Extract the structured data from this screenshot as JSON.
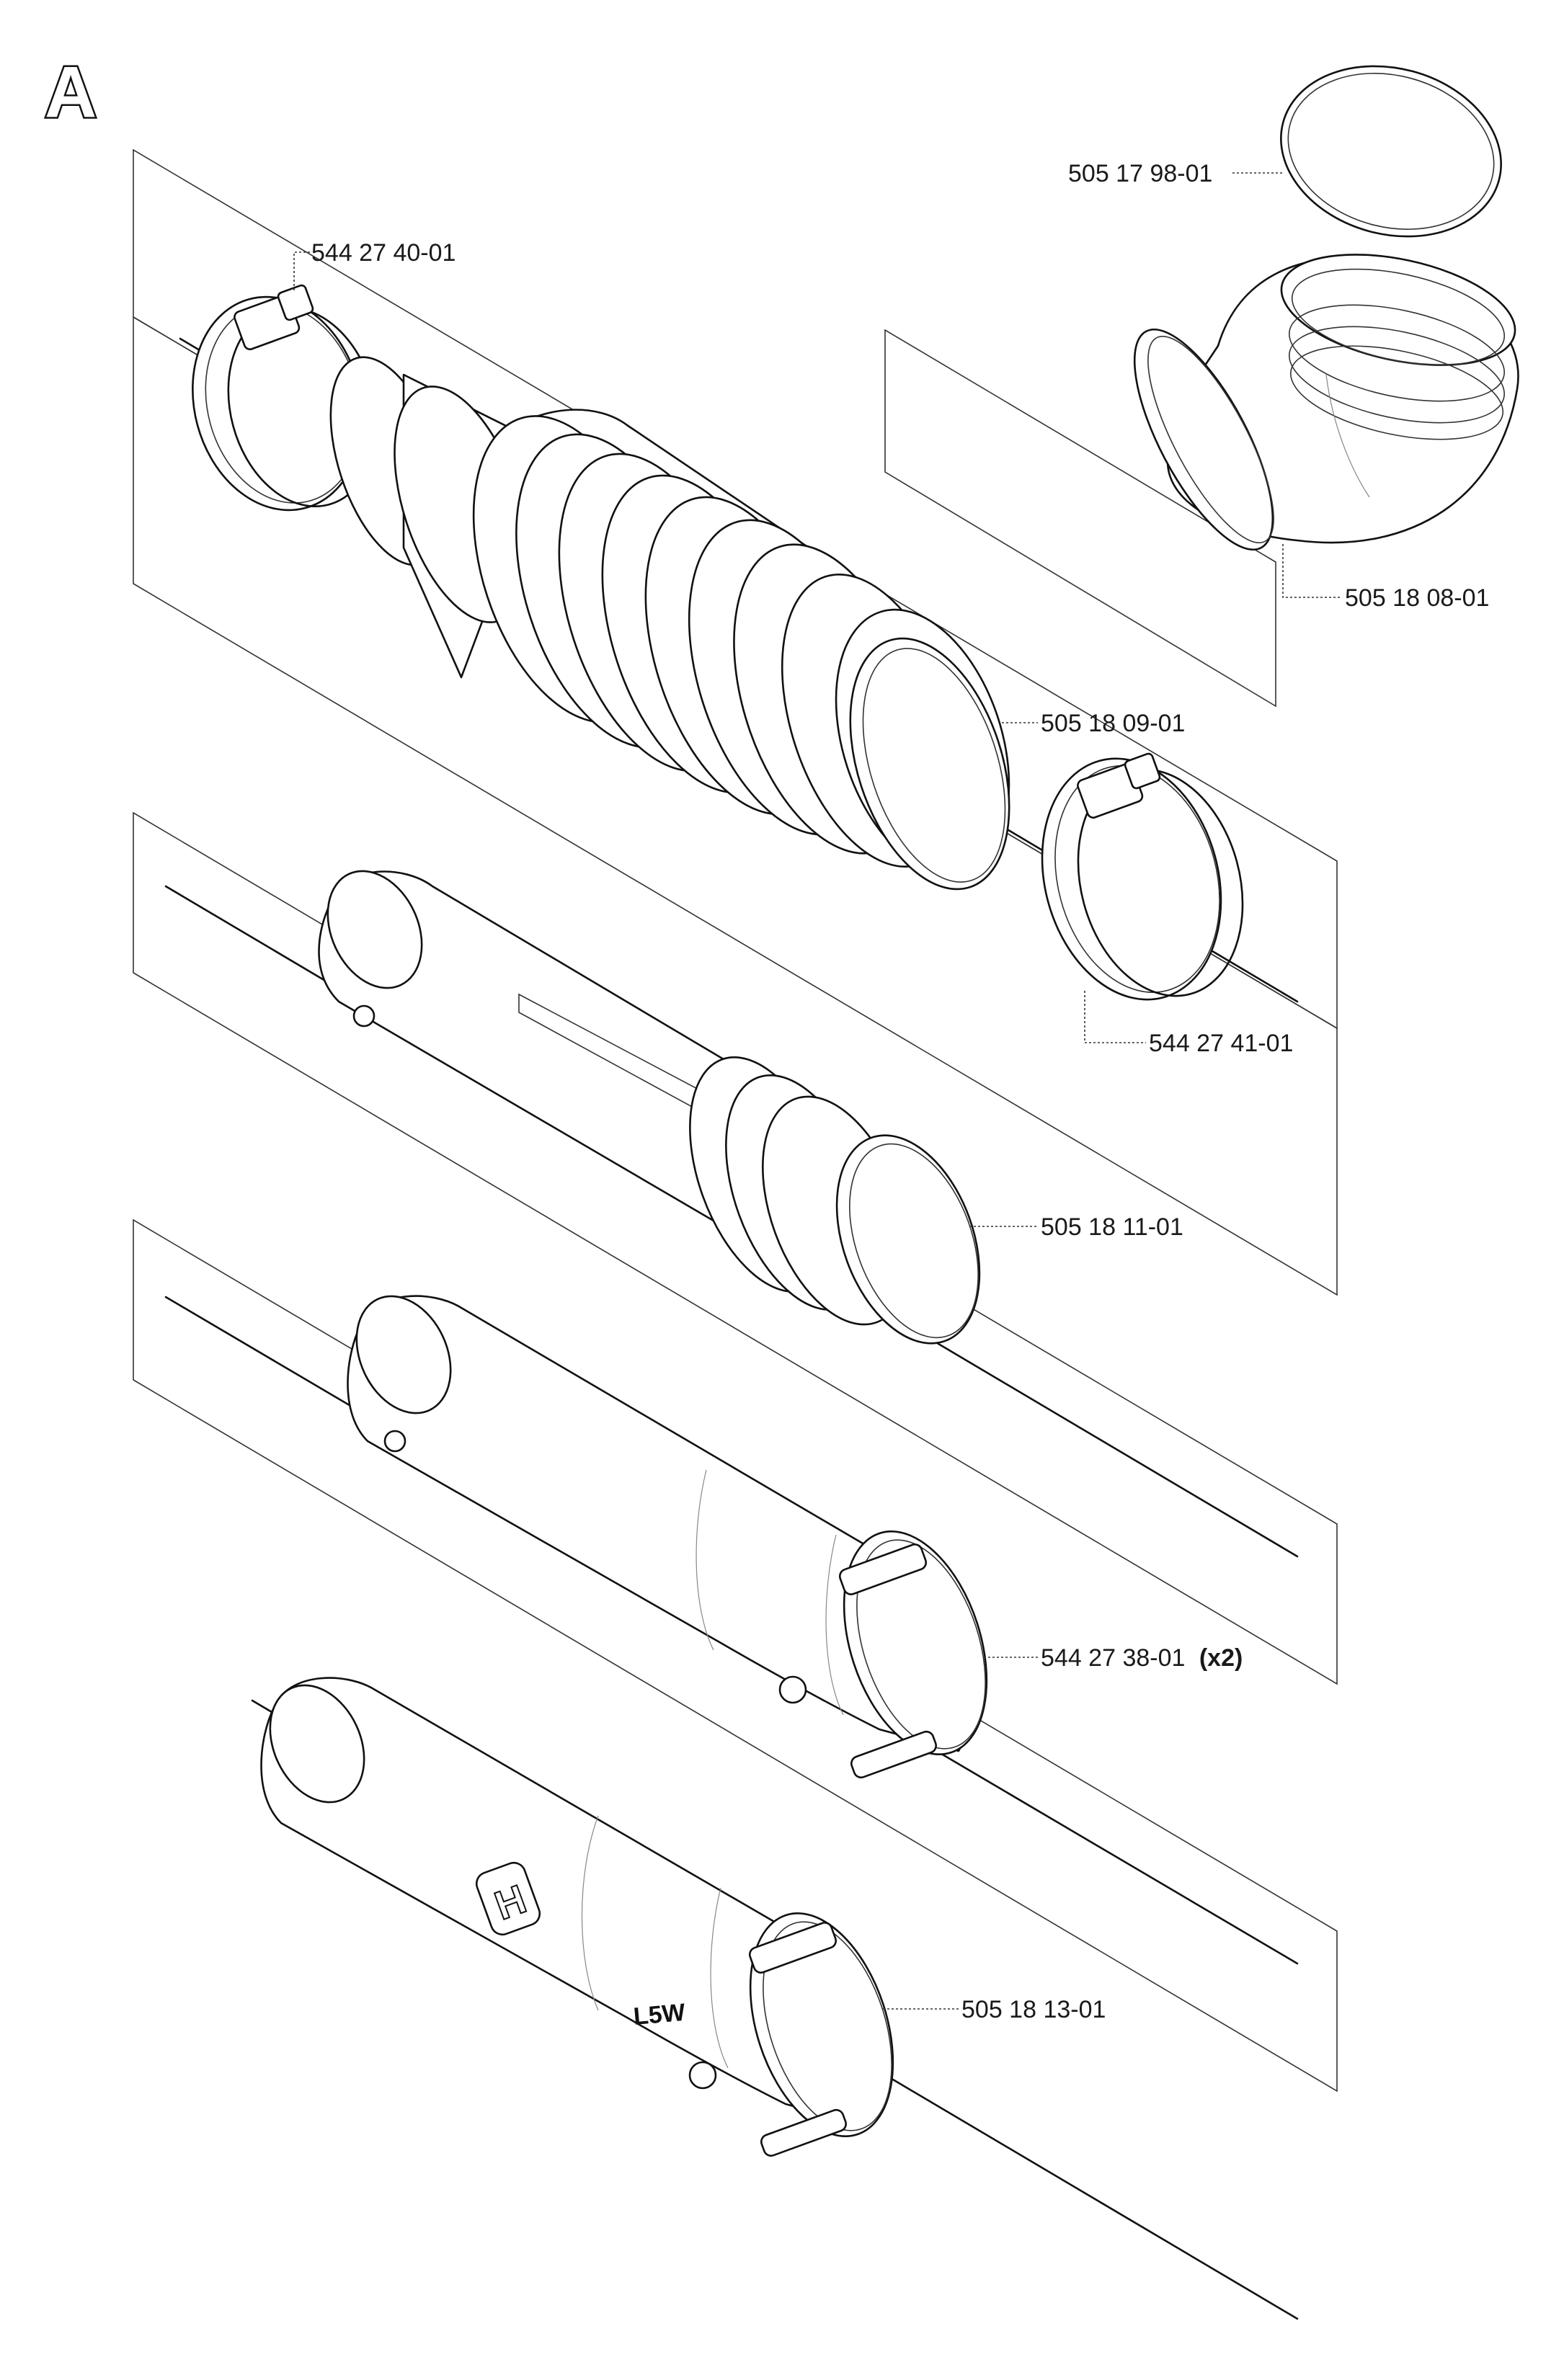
{
  "section_letter": "A",
  "parts": [
    {
      "id": "505 17 98-01",
      "qty": ""
    },
    {
      "id": "544 27 40-01",
      "qty": ""
    },
    {
      "id": "505 18 08-01",
      "qty": ""
    },
    {
      "id": "505 18 09-01",
      "qty": ""
    },
    {
      "id": "544 27 41-01",
      "qty": ""
    },
    {
      "id": "505 18 11-01",
      "qty": ""
    },
    {
      "id": "544 27 38-01",
      "qty": "(x2)"
    },
    {
      "id": "505 18 13-01",
      "qty": ""
    }
  ],
  "tube_marking": "L5W",
  "logo_marking": "H"
}
